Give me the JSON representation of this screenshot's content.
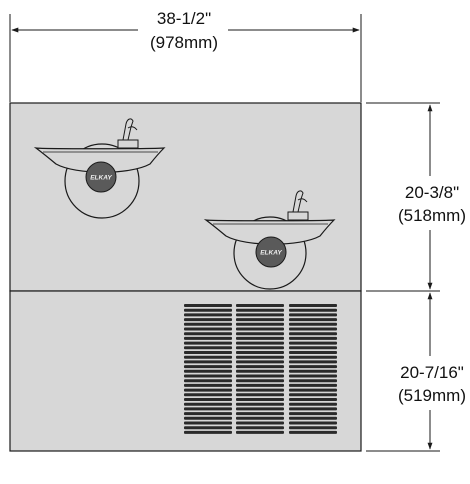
{
  "dimensions": {
    "width_imperial": "38-1/2\"",
    "width_metric": "(978mm)",
    "upper_height_imperial": "20-3/8\"",
    "upper_height_metric": "(518mm)",
    "lower_height_imperial": "20-7/16\"",
    "lower_height_metric": "(519mm)"
  },
  "brand": {
    "logo_text": "ELKAY"
  },
  "colors": {
    "panel_fill": "#d7d7d7",
    "line": "#1a1a1a",
    "grille": "#2a2a2a",
    "background": "#ffffff"
  }
}
